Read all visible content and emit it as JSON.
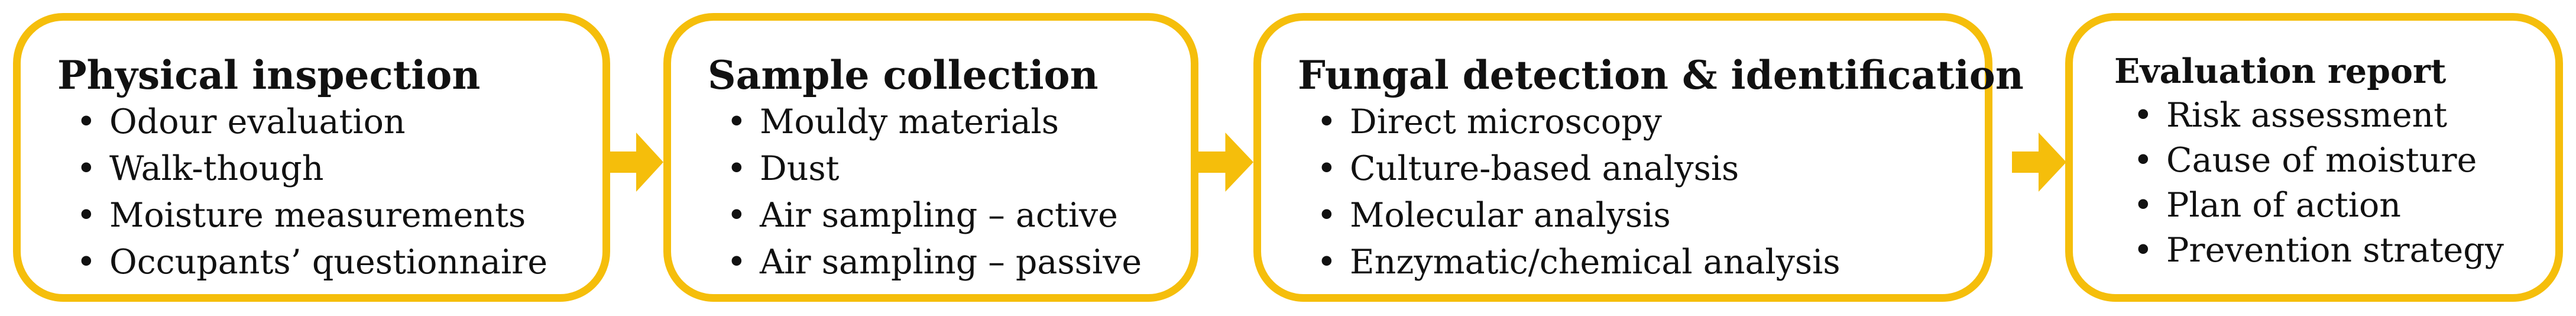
{
  "colors": {
    "accent": "#F5BE0B",
    "text": "#111111",
    "background": "#ffffff"
  },
  "bullet_glyph": "•",
  "steps": [
    {
      "title": "Physical inspection",
      "items": [
        "Odour evaluation",
        "Walk-though",
        "Moisture measurements",
        "Occupants’ questionnaire"
      ]
    },
    {
      "title": "Sample collection",
      "items": [
        "Mouldy materials",
        "Dust",
        "Air sampling – active",
        "Air sampling – passive"
      ]
    },
    {
      "title": "Fungal detection & identification",
      "items": [
        "Direct microscopy",
        "Culture-based analysis",
        "Molecular analysis",
        "Enzymatic/chemical analysis"
      ]
    },
    {
      "title": "Evaluation report",
      "items": [
        "Risk assessment",
        "Cause of moisture",
        "Plan of action",
        "Prevention strategy"
      ]
    }
  ],
  "connectors": [
    {
      "from": "Physical inspection",
      "to": "Sample collection",
      "icon": "right-arrow-icon"
    },
    {
      "from": "Sample collection",
      "to": "Fungal detection & identification",
      "icon": "right-arrow-icon"
    },
    {
      "from": "Fungal detection & identification",
      "to": "Evaluation report",
      "icon": "right-arrow-icon"
    }
  ]
}
